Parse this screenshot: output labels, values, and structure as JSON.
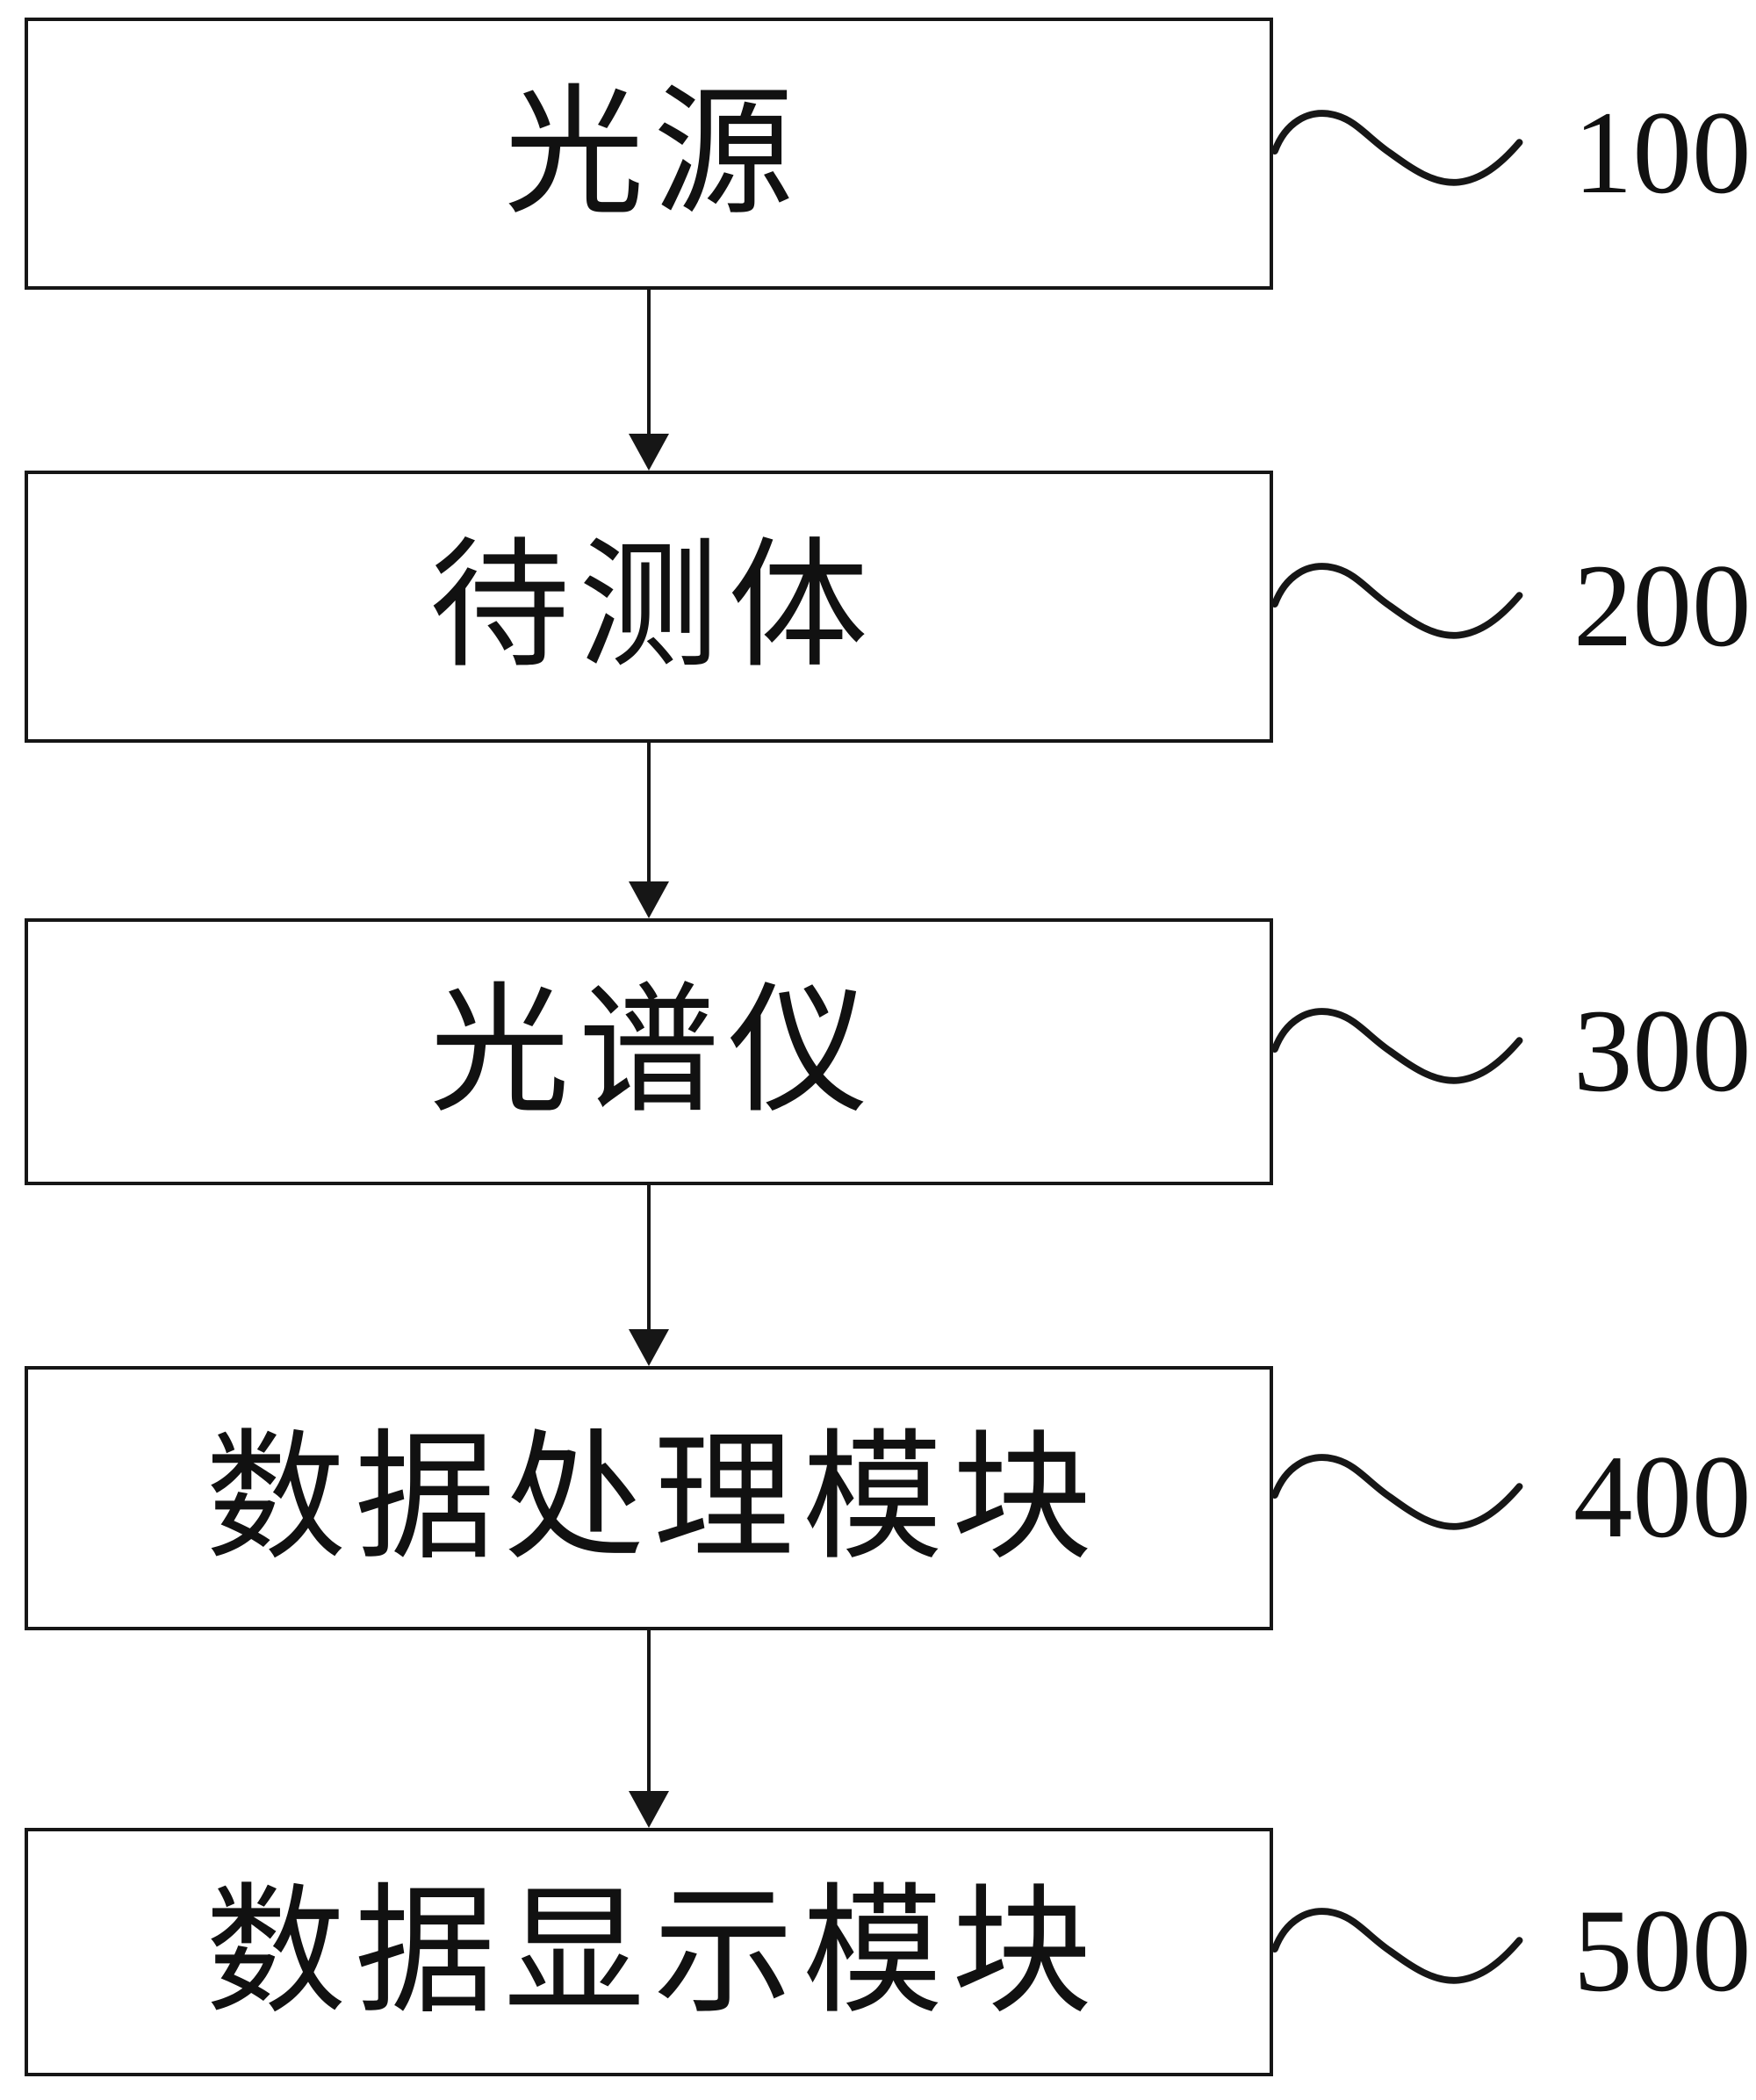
{
  "page": {
    "background_color": "#ffffff",
    "line_color": "#161616"
  },
  "diagram": {
    "type": "block-flow",
    "direction": "top-down",
    "blocks": [
      {
        "id": "light-source",
        "label": "光源",
        "ref": "100"
      },
      {
        "id": "object-under-test",
        "label": "待测体",
        "ref": "200"
      },
      {
        "id": "spectrometer",
        "label": "光谱仪",
        "ref": "300"
      },
      {
        "id": "data-processing-module",
        "label": "数据处理模块",
        "ref": "400"
      },
      {
        "id": "data-display-module",
        "label": "数据显示模块",
        "ref": "500"
      }
    ],
    "connections": [
      {
        "from": "光源",
        "to": "待测体",
        "style": "arrow-down"
      },
      {
        "from": "待测体",
        "to": "光谱仪",
        "style": "arrow-down"
      },
      {
        "from": "光谱仪",
        "to": "数据处理模块",
        "style": "arrow-down"
      },
      {
        "from": "数据处理模块",
        "to": "数据显示模块",
        "style": "arrow-down"
      }
    ],
    "ref_connector_style": "wavy-line"
  }
}
